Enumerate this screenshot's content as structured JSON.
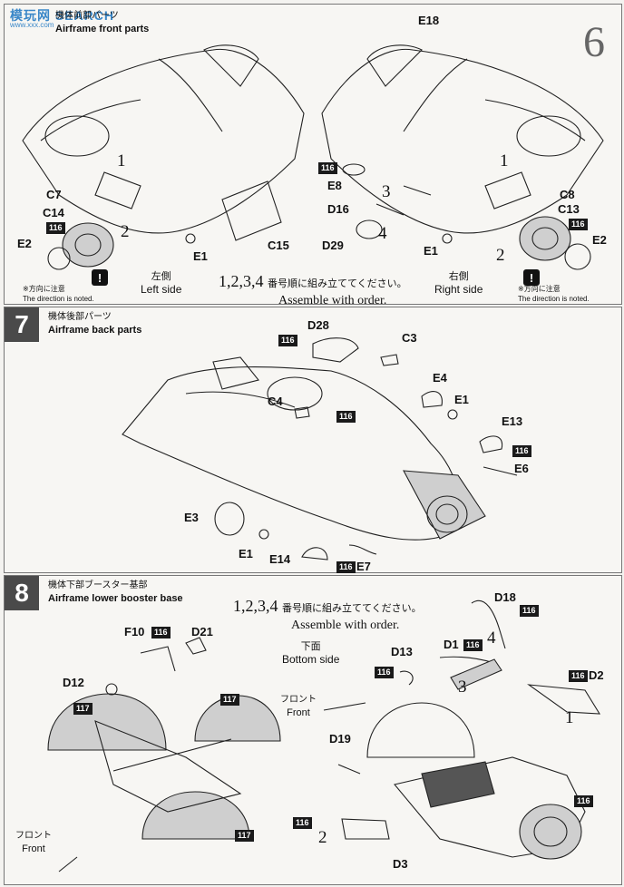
{
  "watermark": {
    "brand": "模玩网 SEARCH",
    "url": "www.xxx.com"
  },
  "step6": {
    "title_jp": "機体前部パーツ",
    "title_en": "Airframe front parts",
    "big_number": "6",
    "left": {
      "side_jp": "左側",
      "side_en": "Left side",
      "parts": [
        "C7",
        "C14",
        "E2",
        "E1",
        "C15"
      ],
      "paint": "116",
      "numbers": [
        "1",
        "2"
      ],
      "caution_jp": "※方向に注意",
      "caution_en": "The direction is noted."
    },
    "center": {
      "order_nums": "1,2,3,4",
      "order_jp": "番号順に組み立ててください。",
      "order_en": "Assemble with order.",
      "parts": [
        "E8",
        "D16",
        "D29",
        "E18"
      ],
      "paint": "116",
      "numbers": [
        "3",
        "4"
      ]
    },
    "right": {
      "side_jp": "右側",
      "side_en": "Right side",
      "parts": [
        "C8",
        "C13",
        "E2",
        "E1"
      ],
      "paint": "116",
      "numbers": [
        "1",
        "2"
      ],
      "caution_jp": "※方向に注意",
      "caution_en": "The direction is noted."
    }
  },
  "step7": {
    "number": "7",
    "title_jp": "機体後部パーツ",
    "title_en": "Airframe back parts",
    "parts": [
      "D28",
      "C3",
      "E4",
      "E1",
      "C4",
      "E13",
      "E6",
      "E3",
      "E1",
      "E14",
      "E7"
    ],
    "paint": "116"
  },
  "step8": {
    "number": "8",
    "title_jp": "機体下部ブースター基部",
    "title_en": "Airframe lower booster base",
    "order_nums": "1,2,3,4",
    "order_jp": "番号順に組み立ててください。",
    "order_en": "Assemble with order.",
    "bottom_jp": "下面",
    "bottom_en": "Bottom side",
    "front_jp": "フロント",
    "front_en": "Front",
    "parts": [
      "F10",
      "D21",
      "D12",
      "D18",
      "D13",
      "D1",
      "D2",
      "D19",
      "D3"
    ],
    "paint_116": "116",
    "paint_117": "117",
    "numbers": [
      "1",
      "2",
      "3",
      "4"
    ]
  }
}
